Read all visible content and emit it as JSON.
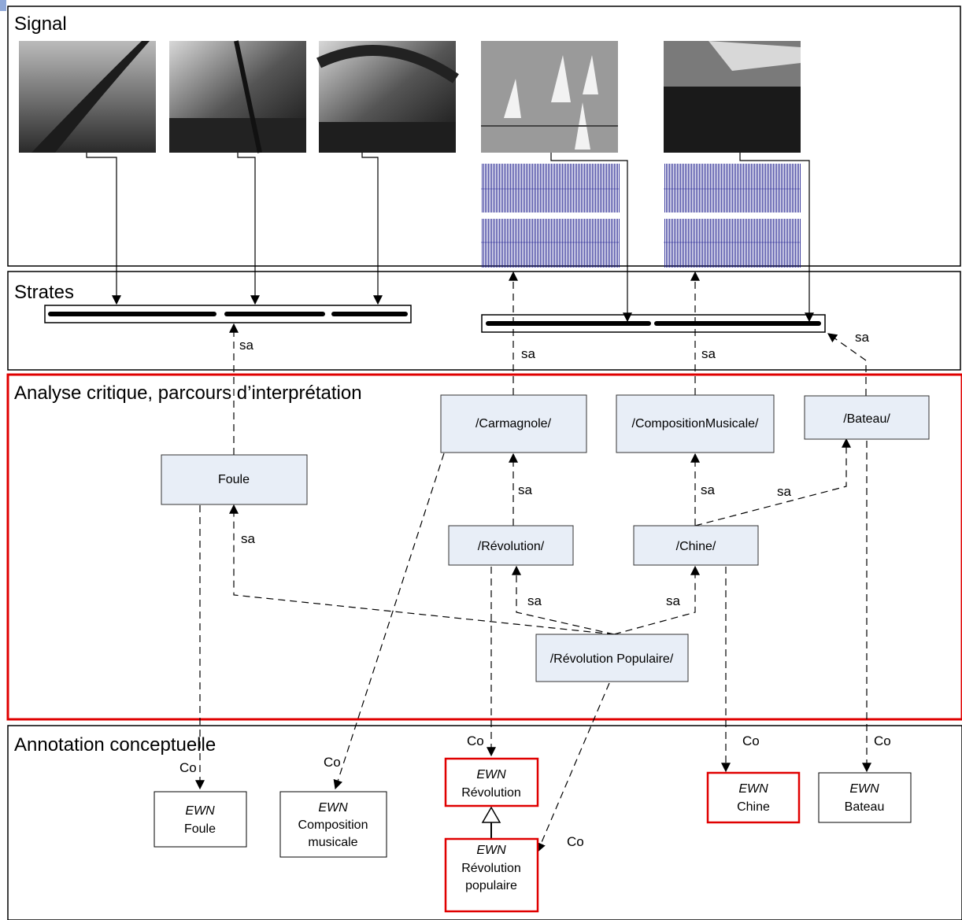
{
  "sections": {
    "signal": "Signal",
    "strates": "Strates",
    "analyse": "Analyse critique, parcours d’interprétation",
    "annotation": "Annotation conceptuelle"
  },
  "nodes": {
    "foule": "Foule",
    "carmagnole": "/Carmagnole/",
    "composition": "/CompositionMusicale/",
    "bateau": "/Bateau/",
    "revolution": "/Révolution/",
    "chine": "/Chine/",
    "revolution_populaire": "/Révolution Populaire/"
  },
  "ewn": {
    "prefix": "EWN",
    "foule": "Foule",
    "composition_1": "Composition",
    "composition_2": "musicale",
    "revolution": "Révolution",
    "revolution_populaire_1": "Révolution",
    "revolution_populaire_2": "populaire",
    "chine": "Chine",
    "bateau": "Bateau"
  },
  "edge_labels": {
    "sa": "sa",
    "co": "Co"
  },
  "colors": {
    "node_fill": "#e8eef7",
    "highlight": "#e00000",
    "waveform": "#1a1a8c"
  }
}
